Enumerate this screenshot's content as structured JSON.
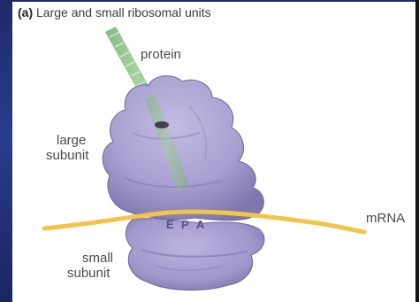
{
  "figure": {
    "tag": "(a)",
    "title": "Large and small ribosomal units"
  },
  "labels": {
    "protein": "protein",
    "large_subunit": [
      "large",
      "subunit"
    ],
    "small_subunit": [
      "small",
      "subunit"
    ],
    "mrna": "mRNA"
  },
  "sites": {
    "e": "E",
    "p": "P",
    "a": "A"
  },
  "colors": {
    "ribosome": "#a79fcf",
    "ribosome_shadow": "#7f76ad",
    "mrna": "#f1c54a",
    "protein_chain": "#8dbf87",
    "border_stripe": "#24327a"
  }
}
